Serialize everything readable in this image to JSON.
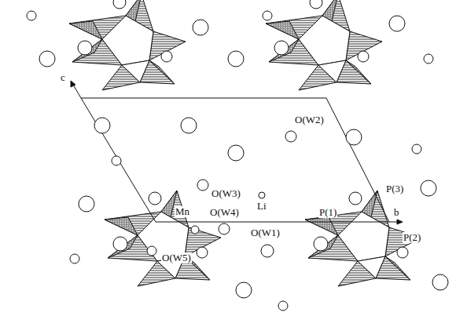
{
  "diagram": {
    "labels": [
      "c",
      "O(W2)",
      "O(W3)",
      "Mn",
      "O(W4)",
      "Li",
      "P(1)",
      "P(3)",
      "O(W1)",
      "P(2)",
      "O(W5)",
      "b"
    ]
  }
}
